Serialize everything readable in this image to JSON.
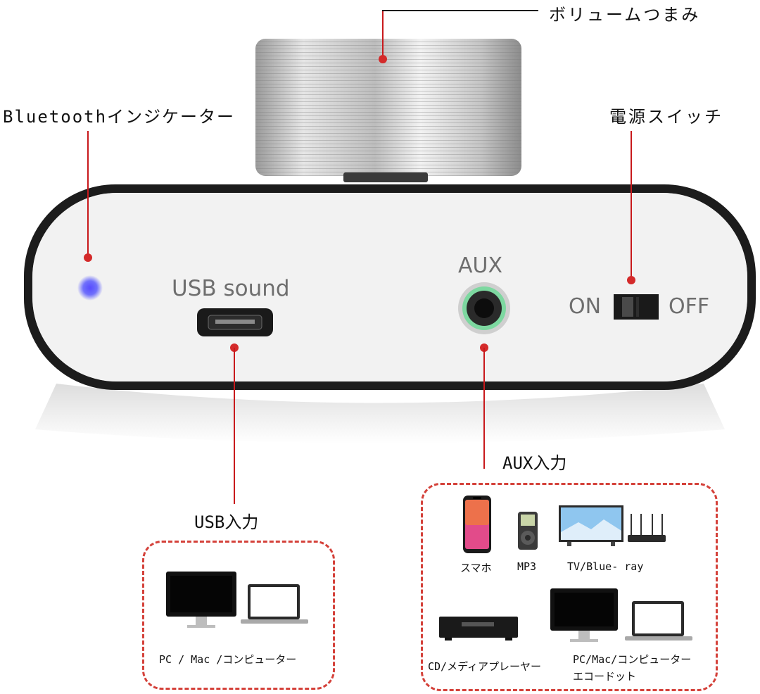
{
  "labels": {
    "volume_knob": "ボリュームつまみ",
    "bluetooth_indicator": "Bluetoothインジケーター",
    "power_switch": "電源スイッチ",
    "aux_input": "AUX入力",
    "usb_input": "USB入力"
  },
  "panel": {
    "usb_sound": "USB sound",
    "aux": "AUX",
    "on": "ON",
    "off": "OFF"
  },
  "usb_box": {
    "devices": [
      "monitor-icon",
      "laptop-icon"
    ],
    "caption": "PC / Mac /コンピューター"
  },
  "aux_box": {
    "smartphone": "スマホ",
    "mp3": "MP3",
    "tv": "TV/Blue- ray",
    "cd": "CD/メディアプレーヤー",
    "pc_line1": "PC/Mac/コンピューター",
    "pc_line2": "エコードット"
  },
  "colors": {
    "accent_red": "#d42a2a",
    "indicator_blue": "#3a3aff",
    "aux_ring_green": "#7dd8a0"
  }
}
